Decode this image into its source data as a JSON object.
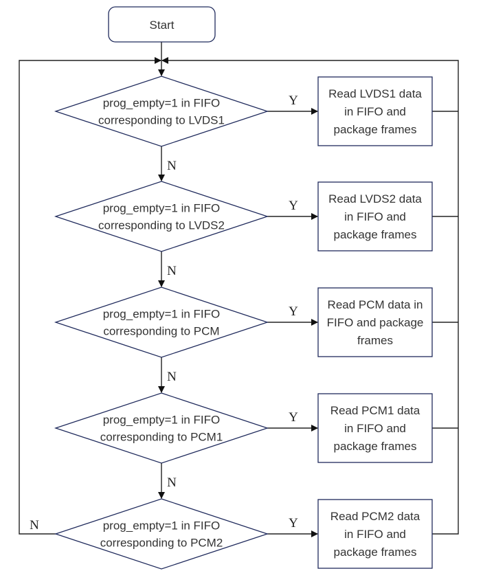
{
  "start": {
    "label": "Start"
  },
  "decisions": [
    {
      "lines": [
        "prog_empty=1 in FIFO",
        "corresponding to LVDS1"
      ]
    },
    {
      "lines": [
        "prog_empty=1 in FIFO",
        "corresponding to LVDS2"
      ]
    },
    {
      "lines": [
        "prog_empty=1 in FIFO",
        "corresponding to PCM"
      ]
    },
    {
      "lines": [
        "prog_empty=1 in FIFO",
        "corresponding to PCM1"
      ]
    },
    {
      "lines": [
        "prog_empty=1 in FIFO",
        "corresponding to PCM2"
      ]
    }
  ],
  "actions": [
    {
      "lines": [
        "Read LVDS1 data",
        "in FIFO and",
        "package frames"
      ]
    },
    {
      "lines": [
        "Read LVDS2 data",
        "in FIFO and",
        "package frames"
      ]
    },
    {
      "lines": [
        "Read PCM data in",
        "FIFO and package",
        "frames"
      ]
    },
    {
      "lines": [
        "Read PCM1 data",
        "in FIFO and",
        "package frames"
      ]
    },
    {
      "lines": [
        "Read PCM2 data",
        "in FIFO and",
        "package frames"
      ]
    }
  ],
  "labels": {
    "yes": "Y",
    "no": "N"
  }
}
